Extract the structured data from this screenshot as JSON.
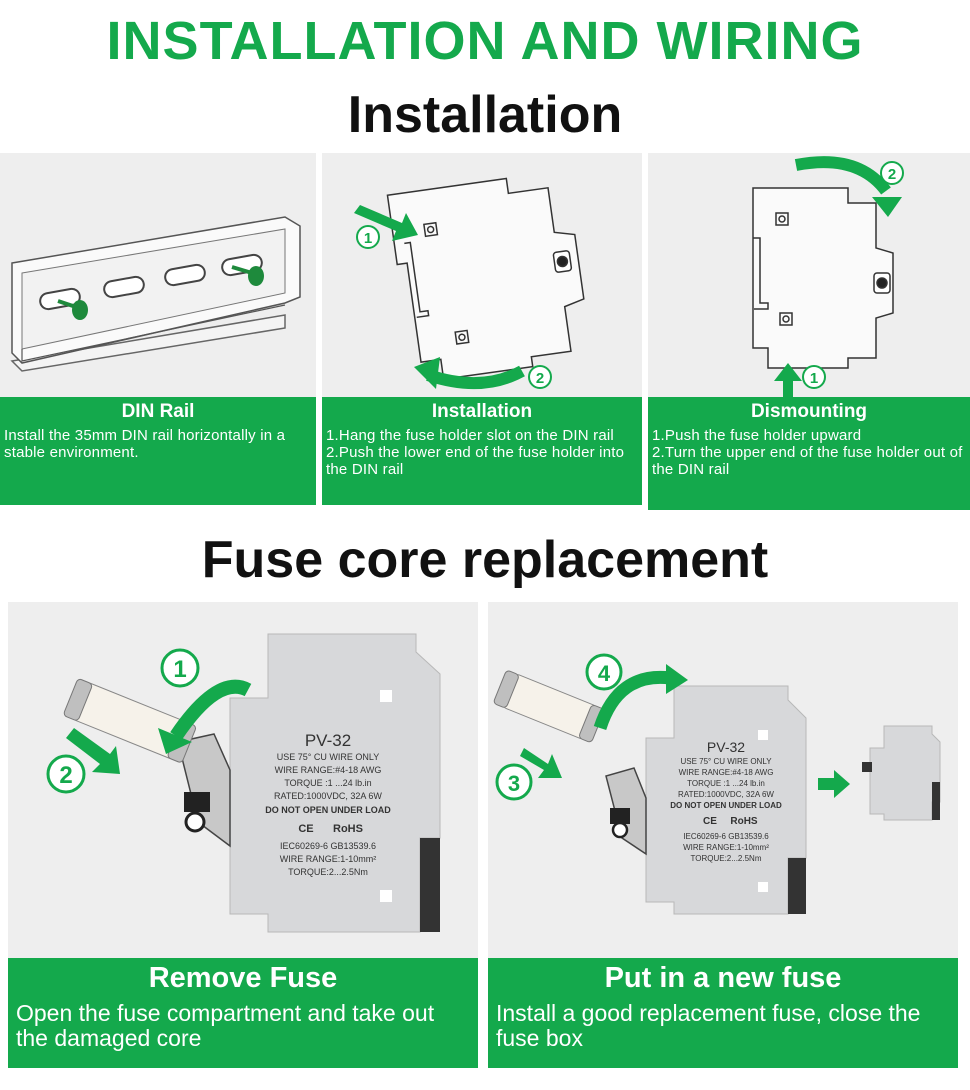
{
  "header": {
    "title": "INSTALLATION AND WIRING",
    "section1": "Installation",
    "section2": "Fuse core replacement"
  },
  "colors": {
    "accent_green": "#14a94c",
    "panel_bg": "#eeeeee",
    "text_dark": "#111111"
  },
  "installation_steps": [
    {
      "title": "DIN Rail",
      "text": "Install the 35mm DIN rail horizontally in a stable environment.",
      "icon": "din-rail-illustration"
    },
    {
      "title": "Installation",
      "text": "1.Hang the fuse holder slot on the DIN rail\n2.Push the lower end of the fuse holder into the DIN rail",
      "icon": "fuse-holder-mount-illustration",
      "markers": [
        "1",
        "2"
      ]
    },
    {
      "title": "Dismounting",
      "text": "1.Push the fuse holder upward\n2.Turn the upper end of the fuse holder out of the DIN rail",
      "icon": "fuse-holder-dismount-illustration",
      "markers": [
        "2",
        "1"
      ]
    }
  ],
  "replacement_steps": [
    {
      "title": "Remove Fuse",
      "text": "Open the fuse compartment and take out the damaged core",
      "markers": [
        "1",
        "2"
      ]
    },
    {
      "title": "Put in a new fuse",
      "text": "Install a good replacement fuse, close the fuse box",
      "markers": [
        "4",
        "3"
      ]
    }
  ],
  "product_label": {
    "model": "PV-32",
    "lines": [
      "USE 75° CU WIRE ONLY",
      "WIRE RANGE:#4-18  AWG",
      "TORQUE :1 ...24  lb.in",
      "RATED:1000VDC, 32A  6W"
    ],
    "warning": "DO NOT OPEN UNDER LOAD",
    "marks": [
      "CE",
      "RoHS"
    ],
    "spec_lines": [
      "IEC60269-6 GB13539.6",
      "WIRE RANGE:1-10mm²",
      "TORQUE:2...2.5Nm"
    ]
  }
}
